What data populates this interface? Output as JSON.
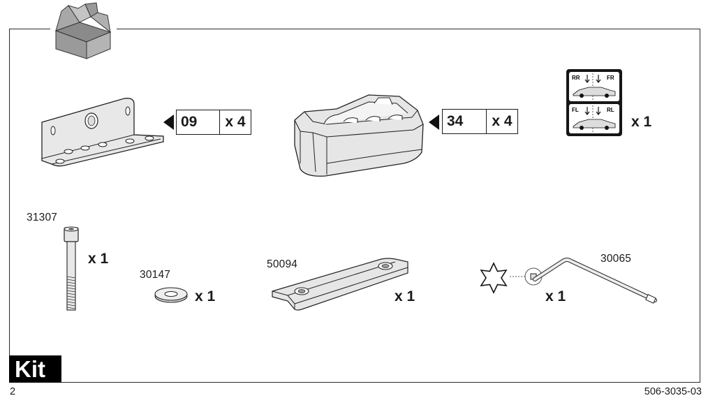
{
  "page": {
    "page_number": "2",
    "doc_number": "506-3035-03",
    "section_label": "Kit"
  },
  "parts": {
    "bracket": {
      "ref_code": "09",
      "quantity": "x 4"
    },
    "foot_pad": {
      "ref_code": "34",
      "quantity": "x 4"
    },
    "sticker": {
      "quantity": "x 1",
      "top_labels": [
        "RR",
        "FR"
      ],
      "bottom_labels": [
        "FL",
        "RL"
      ]
    },
    "bolt": {
      "number": "31307",
      "quantity": "x 1"
    },
    "washer": {
      "number": "30147",
      "quantity": "x 1"
    },
    "plate": {
      "number": "50094",
      "quantity": "x 1"
    },
    "key": {
      "number": "30065",
      "quantity": "x 1"
    }
  }
}
